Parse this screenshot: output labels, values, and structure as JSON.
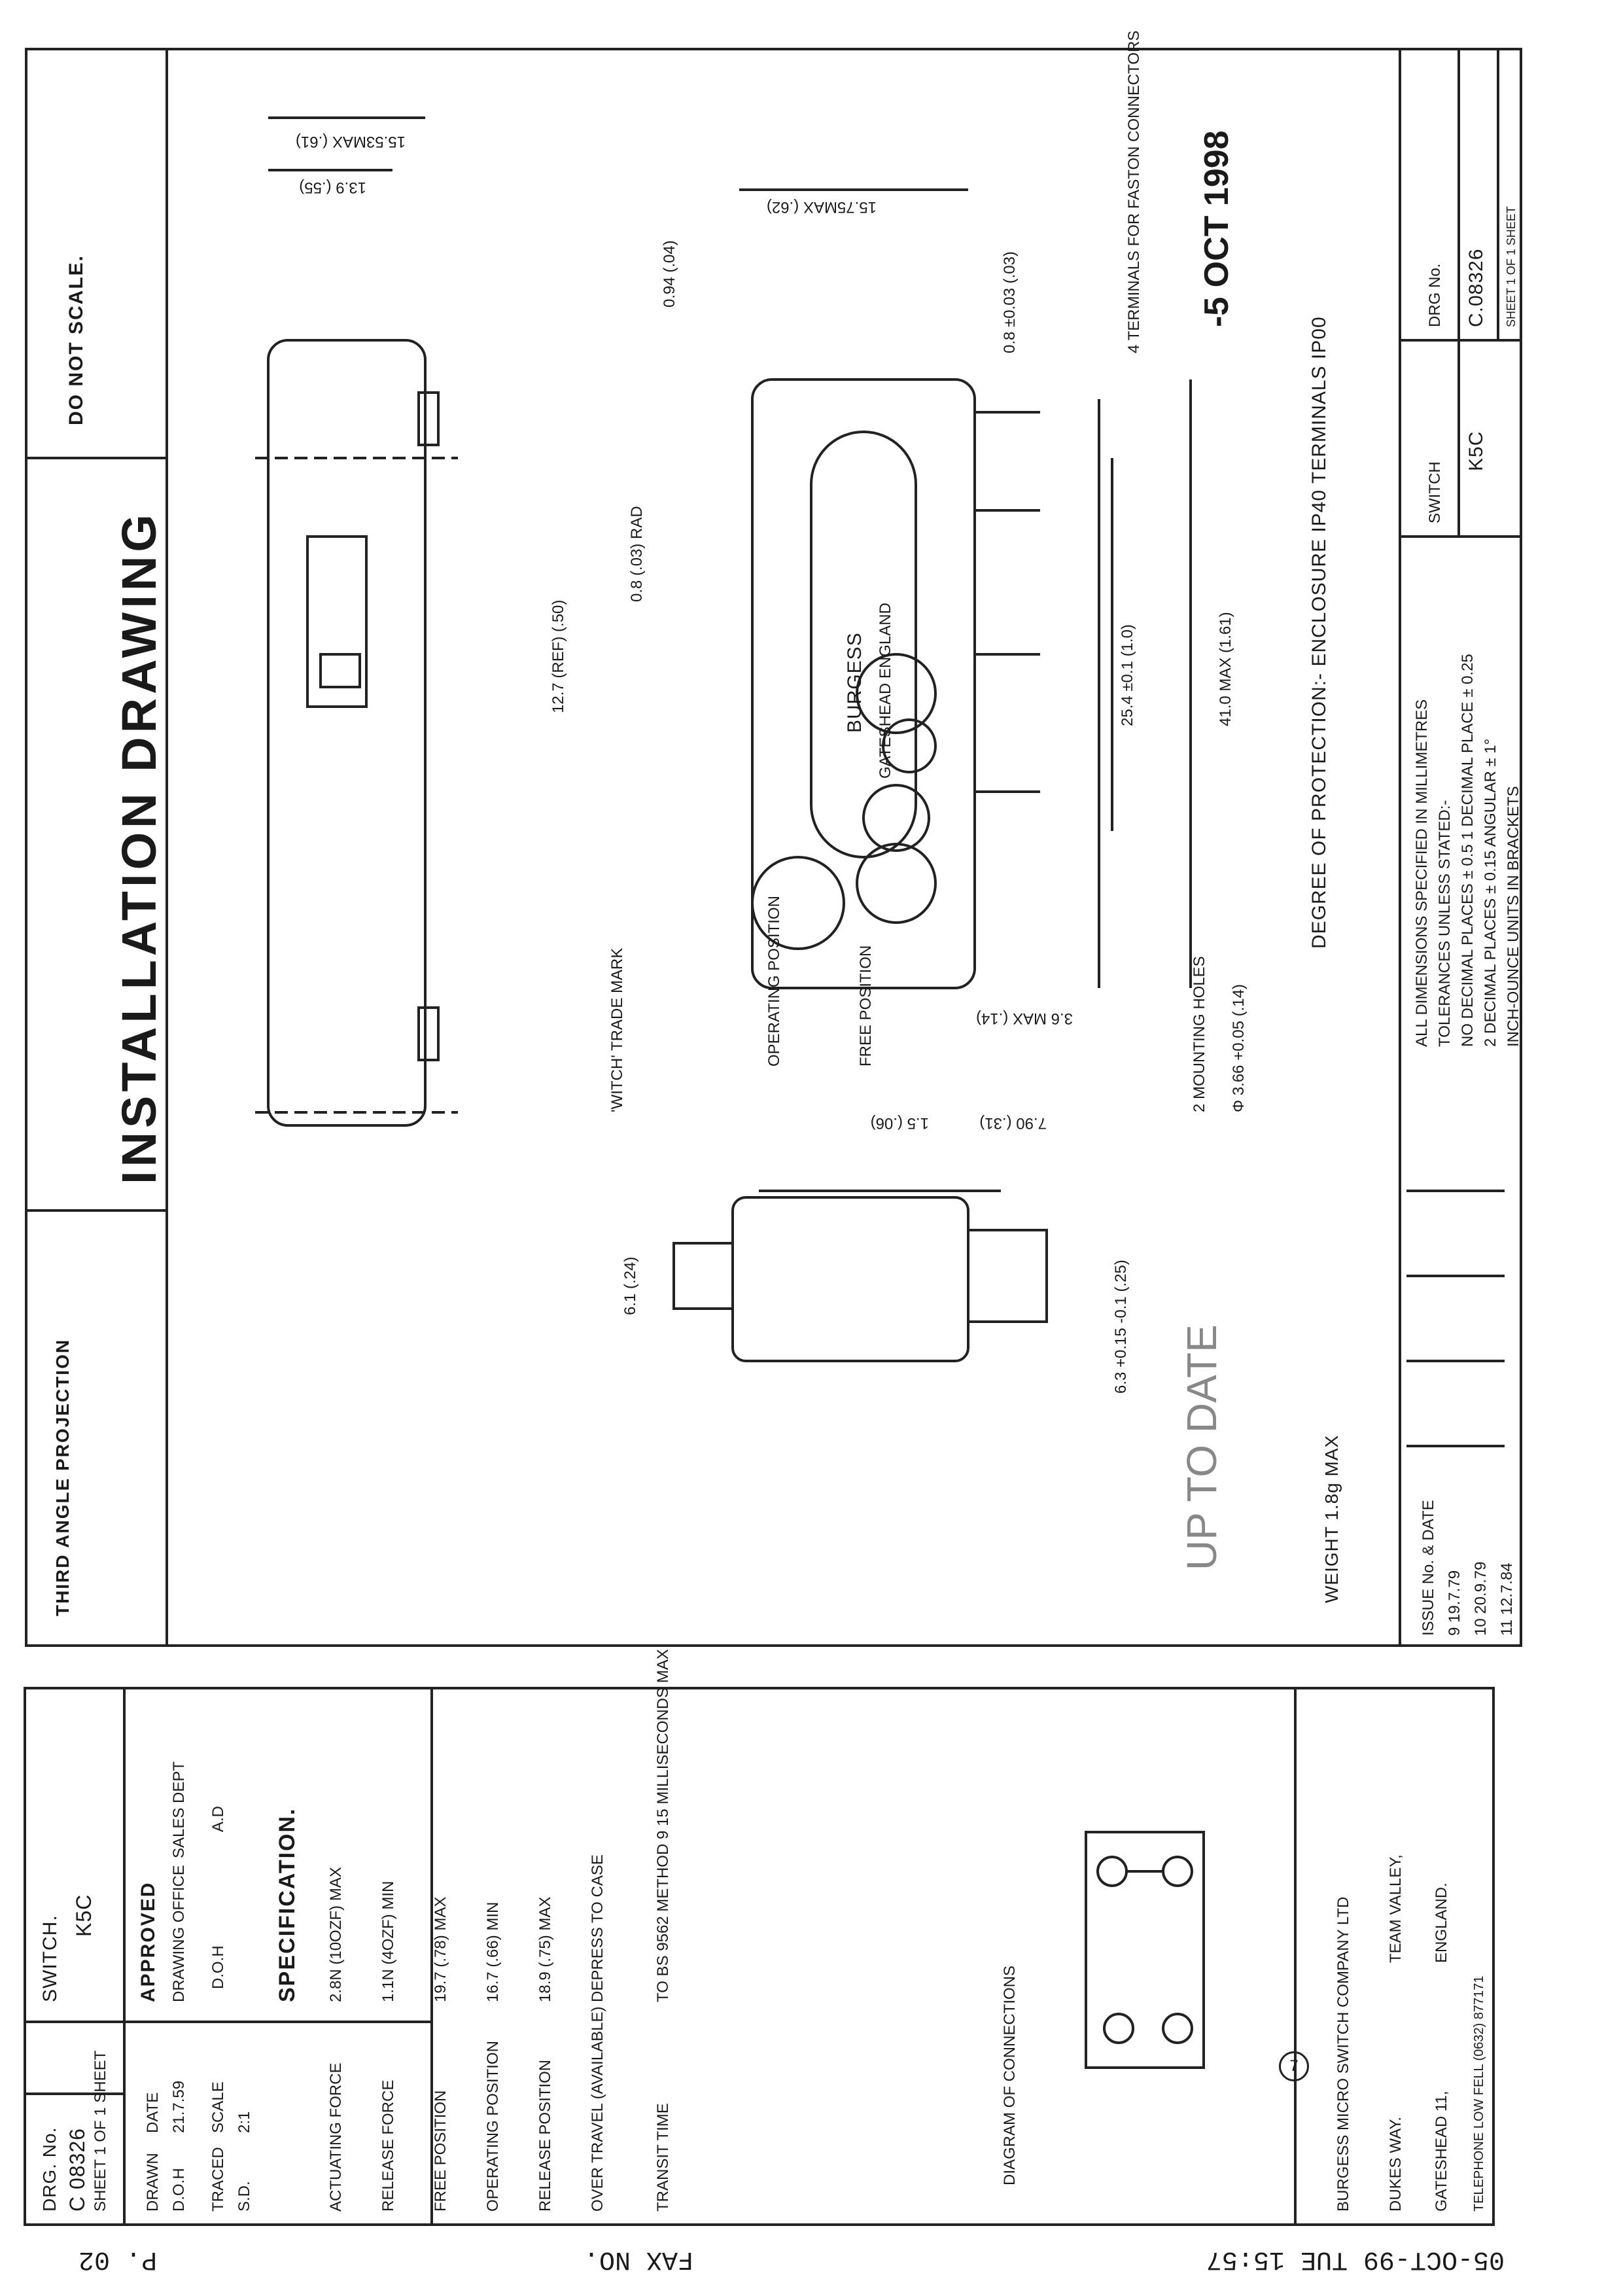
{
  "title": "INSTALLATION DRAWING",
  "projection": "THIRD ANGLE PROJECTION",
  "do_not_scale": "DO NOT SCALE.",
  "drg_no_label": "DRG. No.",
  "drg_no": "C 08326",
  "switch_label": "SWITCH.",
  "switch": "K5C",
  "sheet": "SHEET 1 OF 1 SHEET",
  "drawn_label": "DRAWN",
  "drawn": "D.O.H",
  "date_label": "DATE",
  "date": "21.7.59",
  "traced_label": "TRACED",
  "traced": "S.D.",
  "scale_label": "SCALE",
  "scale": "2:1",
  "approved_label": "APPROVED",
  "drawing_office_label": "DRAWING OFFICE",
  "drawing_office": "D.O.H",
  "sales_dept_label": "SALES DEPT",
  "sales_dept": "A.D",
  "specification_title": "SPECIFICATION.",
  "specification": [
    {
      "label": "ACTUATING FORCE",
      "value": "2.8N (10OZF) MAX"
    },
    {
      "label": "RELEASE FORCE",
      "value": "1.1N (4OZF) MIN"
    },
    {
      "label": "FREE POSITION",
      "value": "19.7 (.78) MAX"
    },
    {
      "label": "OPERATING POSITION",
      "value": "16.7 (.66) MIN"
    },
    {
      "label": "RELEASE POSITION",
      "value": "18.9 (.75) MAX"
    },
    {
      "label": "OVER TRAVEL (AVAILABLE)",
      "value": "DEPRESS TO CASE"
    },
    {
      "label": "TRANSIT TIME",
      "value": "TO BS 9562 METHOD 9 15 MILLISECONDS MAX"
    }
  ],
  "diagram_of_connections": "DIAGRAM OF CONNECTIONS",
  "company": [
    "BURGESS MICRO SWITCH COMPANY LTD",
    "DUKES WAY.",
    "TEAM VALLEY,",
    "GATESHEAD 11,",
    "ENGLAND.",
    "TELEPHONE LOW FELL (0632) 877171"
  ],
  "body_label_1": "BURGESS",
  "body_label_2": "GATESHEAD ENGLAND",
  "notes": {
    "witch_mark": "'WITCH' TRADE MARK",
    "rad": "0.8 (.03) RAD",
    "terminals": "4 TERMINALS FOR FASTON CONNECTORS",
    "mounting_holes": "2 MOUNTING HOLES",
    "mounting_dia": "Φ 3.66 +0.05 (.14)",
    "free_position": "FREE POSITION",
    "operating_position": "OPERATING POSITION",
    "degree": "DEGREE OF PROTECTION:- ENCLOSURE IP40 TERMINALS IP00",
    "dims": [
      "ALL DIMENSIONS SPECIFIED IN MILLIMETRES",
      "TOLERANCES UNLESS STATED:-",
      "NO DECIMAL PLACES ± 0.5   1 DECIMAL PLACE ± 0.25",
      "2 DECIMAL PLACES ± 0.15   ANGULAR ± 1°",
      "INCH-OUNCE UNITS IN BRACKETS"
    ],
    "weight": "WEIGHT 1.8g MAX"
  },
  "dimensions": {
    "d1": "15.53MAX (.61)",
    "d2": "13.9 (.55)",
    "d3": "15.75MAX (.62)",
    "d4": "0.94 (.04)",
    "d5": "12.7 (REF) (.50)",
    "d6": "25.4 ±0.1 (1.0)",
    "d7": "41.0 MAX (1.61)",
    "d8": "0.8 ±0.03 (.03)",
    "d9": "3.6 MAX (.14)",
    "d10": "1.5 (.06)",
    "d11": "7.90 (.31)",
    "d12": "6.1 (.24)",
    "d13": "6.3 +0.15 -0.1 (.25)"
  },
  "date_stamp": "-5 OCT 1998",
  "switch_box_label": "SWITCH",
  "switch_box_value": "K5C",
  "drg_box_label": "DRG No.",
  "drg_box_value": "C.08326",
  "sheet_box": "SHEET 1 OF 1 SHEET",
  "issue_header": "ISSUE No. & DATE",
  "issues": [
    "9  19.7.79",
    "10  20.9.79",
    "11  12.7.84"
  ],
  "stamp_text": "UP TO DATE",
  "fax_footer": [
    "05-OCT-99 TUE 15:57",
    "FAX NO.",
    "P. 02"
  ],
  "page_marker": "7"
}
